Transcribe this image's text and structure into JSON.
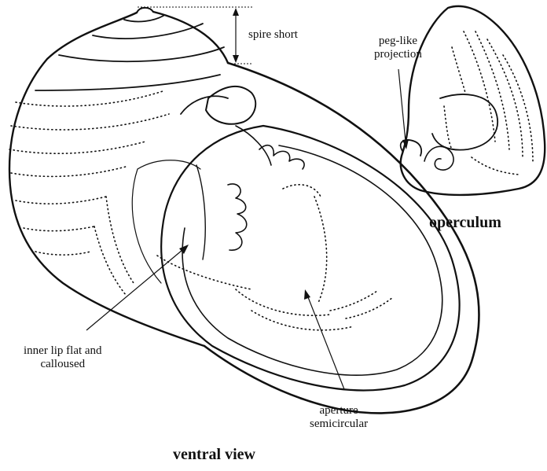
{
  "labels": {
    "spire": "spire short",
    "peg_line1": "peg-like",
    "peg_line2": "projection",
    "inner_lip_line1": "inner lip flat and",
    "inner_lip_line2": "calloused",
    "aperture_line1": "aperture",
    "aperture_line2": "semicircular"
  },
  "captions": {
    "operculum": "operculum",
    "ventral": "ventral view"
  }
}
